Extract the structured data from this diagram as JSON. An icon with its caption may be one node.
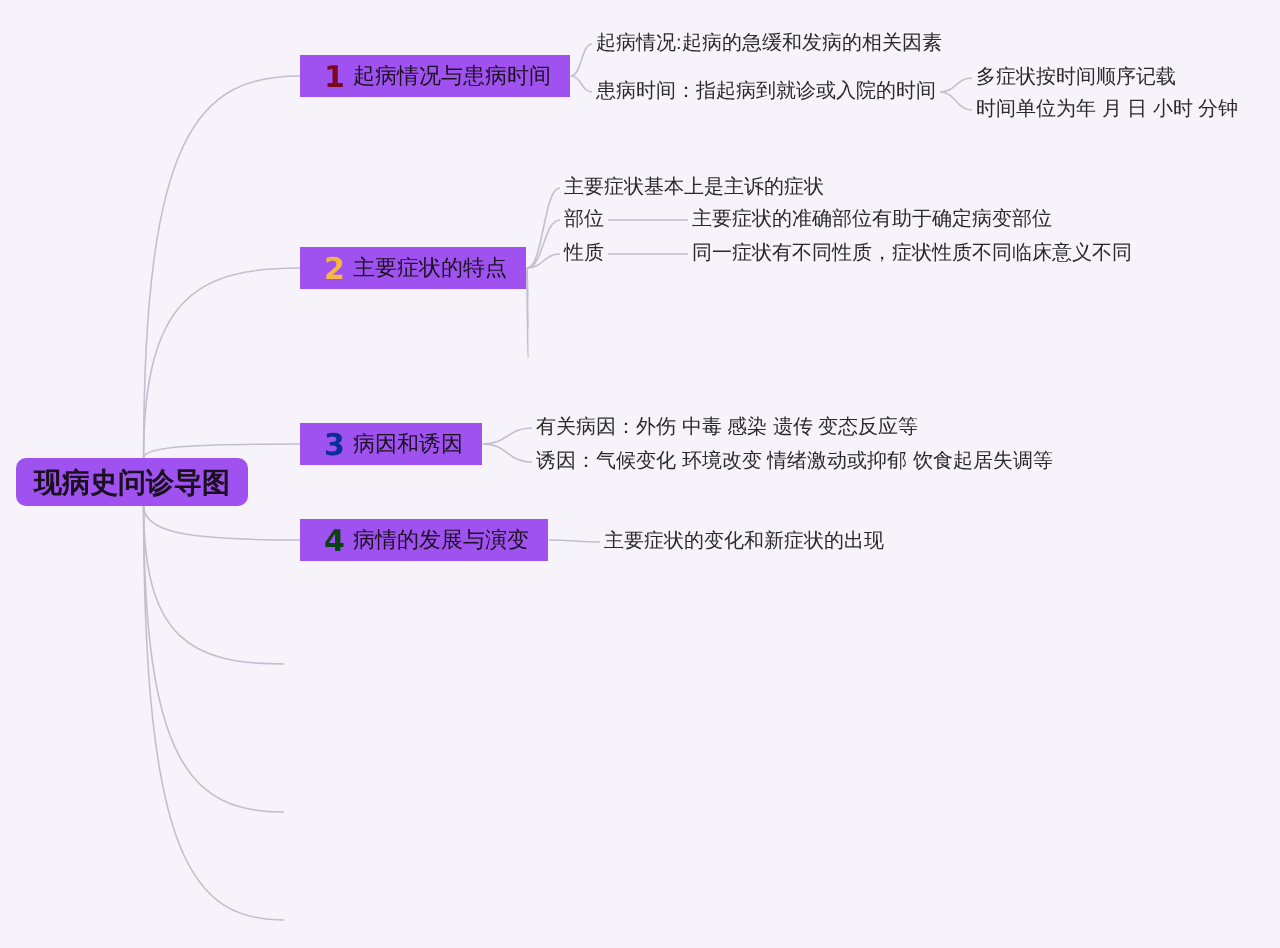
{
  "diagram": {
    "nodes": [
      {
        "text": [
          "现病史问诊导图"
        ]
      },
      {
        "text": [
          "1",
          "起病情况与患病时间"
        ]
      },
      {
        "text": [
          "起病情况:起病的急缓和发病的相关因素"
        ]
      },
      {
        "text": [
          "患病时间：指起病到就诊或入院的时间"
        ]
      },
      {
        "text": [
          "多症状按时间顺序记载"
        ]
      },
      {
        "text": [
          "时间单位为年 月 日 小时 分钟"
        ]
      },
      {
        "text": [
          "2",
          "主要症状的特点"
        ]
      },
      {
        "text": [
          "主要症状基本上是主诉的症状"
        ]
      },
      {
        "text": [
          "部位"
        ]
      },
      {
        "text": [
          "主要症状的准确部位有助于确定病变部位"
        ]
      },
      {
        "text": [
          "性质"
        ]
      },
      {
        "text": [
          "同一症状有不同性质，症状性质不同临床意义不同"
        ]
      },
      {
        "text": [
          "3",
          "病因和诱因"
        ]
      },
      {
        "text": [
          "有关病因：外伤 中毒 感染 遗传 变态反应等"
        ]
      },
      {
        "text": [
          "诱因：气候变化 环境改变 情绪激动或抑郁 饮食起居失调等"
        ]
      },
      {
        "text": [
          "4",
          "病情的发展与演变"
        ]
      },
      {
        "text": [
          "主要症状的变化和新症状的出现"
        ]
      }
    ],
    "edges": [
      {
        "from": 0,
        "to": 1,
        "arrow": "none"
      },
      {
        "from": 0,
        "to": 6,
        "arrow": "none"
      },
      {
        "from": 0,
        "to": 12,
        "arrow": "none"
      },
      {
        "from": 0,
        "to": 15,
        "arrow": "none"
      },
      {
        "from": 0,
        "to": null,
        "arrow": "none"
      },
      {
        "from": 0,
        "to": null,
        "arrow": "none"
      },
      {
        "from": 0,
        "to": null,
        "arrow": "none"
      },
      {
        "from": 1,
        "to": 2,
        "arrow": "none"
      },
      {
        "from": 1,
        "to": 3,
        "arrow": "none"
      },
      {
        "from": 3,
        "to": 4,
        "arrow": "none"
      },
      {
        "from": 3,
        "to": 5,
        "arrow": "none"
      },
      {
        "from": 6,
        "to": 7,
        "arrow": "none"
      },
      {
        "from": 6,
        "to": 8,
        "arrow": "none"
      },
      {
        "from": 8,
        "to": 9,
        "arrow": "none"
      },
      {
        "from": 6,
        "to": 10,
        "arrow": "none"
      },
      {
        "from": 10,
        "to": 11,
        "arrow": "none"
      },
      {
        "from": 6,
        "to": null,
        "arrow": "none"
      },
      {
        "from": 6,
        "to": null,
        "arrow": "none"
      },
      {
        "from": 6,
        "to": null,
        "arrow": "none"
      },
      {
        "from": 12,
        "to": 13,
        "arrow": "none"
      },
      {
        "from": 12,
        "to": 14,
        "arrow": "none"
      },
      {
        "from": 15,
        "to": 16,
        "arrow": "none"
      }
    ]
  }
}
